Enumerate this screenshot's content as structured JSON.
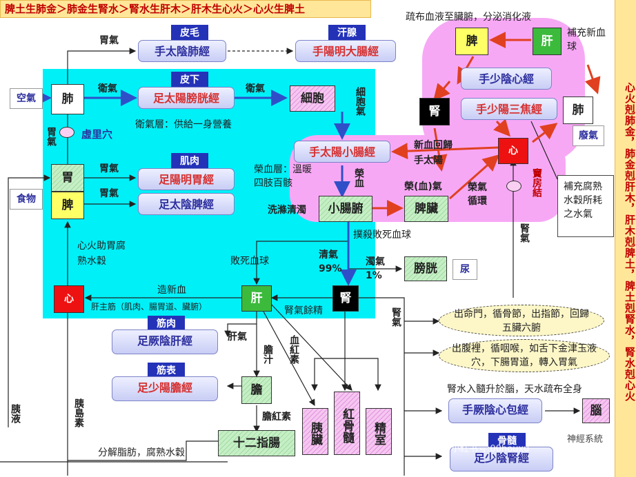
{
  "title_bar": "脾土生肺金＞肺金生腎水＞腎水生肝木＞肝木生心火＞心火生脾土",
  "right_bar": "心火剋肺金，肺金剋肝木，肝木剋脾土，脾土剋腎水，腎水剋心火",
  "inputs": {
    "air": "空氣",
    "food": "食物"
  },
  "outputs": {
    "exhaust": "廢氣",
    "urine": "尿"
  },
  "organs": {
    "lung": "肺",
    "stomach": "胃",
    "spleen": "脾",
    "heart": "心",
    "liver": "肝",
    "kidney": "腎",
    "gall": "膽",
    "duodenum": "十二指腸",
    "cell": "細胞",
    "small_intestine": "小腸腑",
    "spleen_organ": "脾臟",
    "bladder": "膀胱",
    "pancreas": "胰臟",
    "marrow": "紅骨髓",
    "sperm": "精室",
    "brain": "腦",
    "spleen_top": "脾",
    "liver_top": "肝",
    "kidney_right": "腎",
    "lung_right": "肺",
    "heart_right": "心"
  },
  "meridians": {
    "lung_meridian": "手太陰肺經",
    "large_intestine": "手陽明大腸經",
    "bladder_meridian": "足太陽膀胱經",
    "stomach_meridian": "足陽明胃經",
    "spleen_meridian": "足太陰脾經",
    "small_intestine_meridian": "手太陽小腸經",
    "heart_meridian": "手少陰心經",
    "sanjiao": "手少陽三焦經",
    "liver_meridian": "足厥陰肝經",
    "gall_meridian": "足少陽膽經",
    "pericardium": "手厥陰心包經",
    "kidney_meridian": "足少陰腎經"
  },
  "tags": {
    "skin": "皮毛",
    "sweat": "汗腺",
    "subskin": "皮下",
    "muscle": "肌肉",
    "tendon": "筋肉",
    "tendon_surface": "筋表",
    "bone_marrow": "骨髓"
  },
  "labels": {
    "stomach_qi_top": "胃氣",
    "wei_qi_1": "衛氣",
    "wei_qi_2": "衛氣",
    "cell_wei_qi": "細胞氣",
    "wei_layer": "衛氣層：供給一身營養",
    "xuli": "虛里穴",
    "stomach_qi_left": "胃氣",
    "stomach_qi_1": "胃氣",
    "stomach_qi_2": "胃氣",
    "ying_layer": "榮血層：溫暖四肢百骸",
    "ying_blood": "榮血",
    "wash": "洗滌清濁",
    "ying_qi_blood": "榮(血)氣",
    "ying_cycle": "榮氣循環",
    "kill_blood": "撲殺敗死血球",
    "new_blood_return": "新血回歸手太陽",
    "heart_fire": "心火助胃腐熟水穀",
    "dead_blood": "敗死血球",
    "clear_qi": "清氣99%",
    "turbid_qi": "濁氣1%",
    "make_blood": "造新血",
    "liver_tendon": "肝主筋（肌肉、腸胃道、臟腑）",
    "kidney_residual": "腎氣餘精",
    "liver_qi": "肝氣",
    "bile": "膽汁",
    "blood_red": "血紅素",
    "bile_red": "膽紅素",
    "pancreatic_juice": "胰液",
    "insulin": "胰島素",
    "decompose": "分解脂肪，腐熟水穀",
    "kidney_qi_left": "腎氣",
    "kidney_qi_right": "腎氣",
    "dou_fang": "竇房結",
    "distribute": "疏布血液至臟腑，分泌消化液",
    "supplement": "補充新血球",
    "kidney_water": "腎水入髓升於腦，天水疏布全身",
    "ellipse1": "出命門，循骨節，出指節，回歸五臟六腑",
    "ellipse2": "出腹裡，循咽喉，如舌下金津玉液穴，下腸胃道，轉入胃氣",
    "note": "補充腐熟水穀所耗之水氣",
    "watermark": "小红书号:00houxu",
    "watermark2": "神經系統"
  },
  "colors": {
    "cyan": "#00f0f8",
    "pink": "#f7a8f5",
    "arrow_blue": "#2f4fc8",
    "arrow_red": "#e04020",
    "title_red": "#c00000"
  }
}
